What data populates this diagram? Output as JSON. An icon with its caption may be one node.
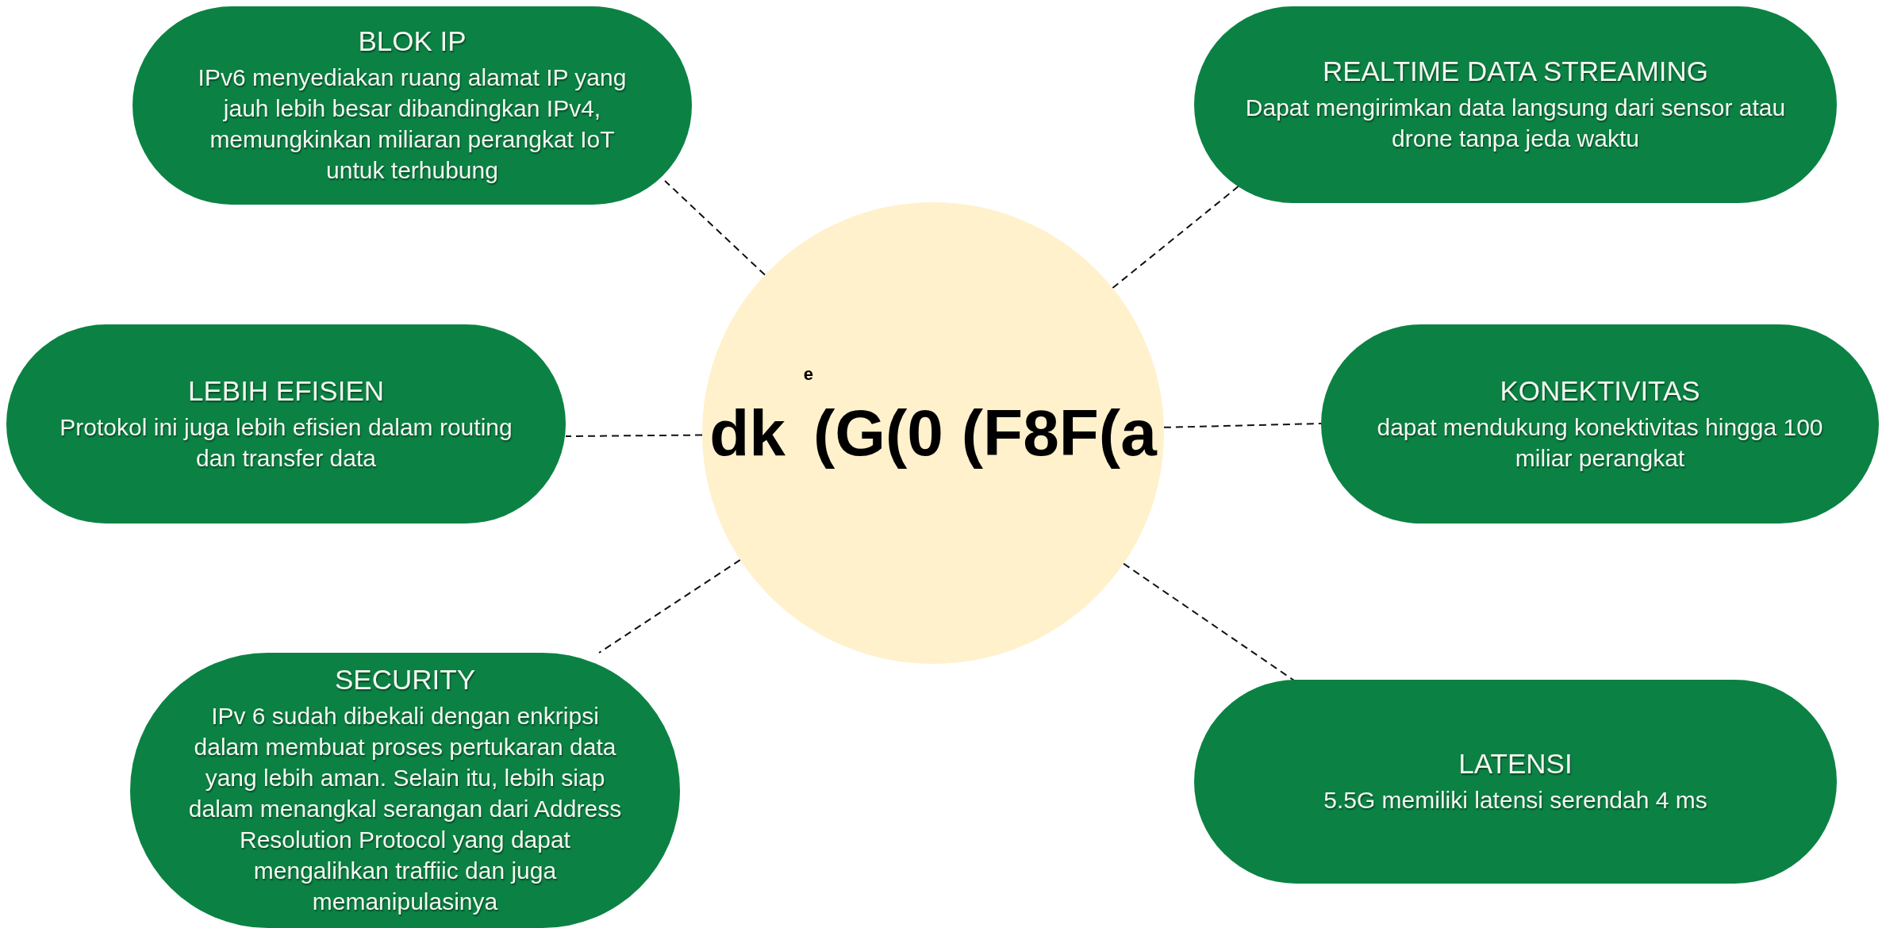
{
  "diagram": {
    "nodes": [
      {
        "text": [
          "BLOK IP",
          "IPv6 menyediakan ruang alamat IP yang jauh lebih besar dibandingkan IPv4, memungkinkan miliaran perangkat IoT untuk terhubung"
        ]
      },
      {
        "text": [
          "REALTIME DATA STREAMING",
          "Dapat mengirimkan data langsung dari sensor atau drone tanpa jeda waktu"
        ]
      },
      {
        "text": [
          "LEBIH EFISIEN",
          "Protokol ini juga lebih efisien dalam routing dan transfer data"
        ]
      },
      {
        "text": [
          "dk $^{e}$(G(0 (F8F(a"
        ]
      },
      {
        "text": [
          "KONEKTIVITAS",
          "dapat mendukung konektivitas hingga 100 miliar perangkat"
        ]
      },
      {
        "text": [
          "SECURITY",
          "IPv 6 sudah dibekali dengan enkripsi dalam membuat proses pertukaran data yang lebih aman. Selain itu, lebih siap dalam menangkal serangan dari Address Resolution Protocol yang dapat mengalihkan traffiic dan juga memanipulasinya"
        ]
      },
      {
        "text": [
          "LATENSI",
          "5.5G memiliki latensi serendah 4 ms"
        ]
      }
    ],
    "edges": [
      {
        "from": 3,
        "to": 0,
        "arrow": "none",
        "style": "dashed"
      },
      {
        "from": 3,
        "to": 1,
        "arrow": "none",
        "style": "dashed"
      },
      {
        "from": 3,
        "to": 2,
        "arrow": "none",
        "style": "dashed"
      },
      {
        "from": 3,
        "to": 4,
        "arrow": "none",
        "style": "dashed"
      },
      {
        "from": 3,
        "to": 5,
        "arrow": "none",
        "style": "dashed"
      },
      {
        "from": 3,
        "to": 6,
        "arrow": "none",
        "style": "dashed"
      }
    ]
  }
}
